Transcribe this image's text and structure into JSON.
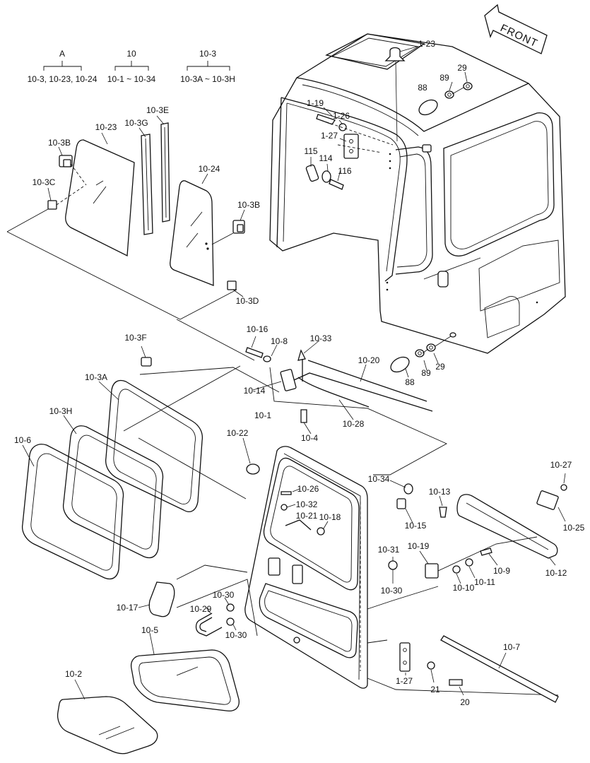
{
  "front_label": "FRONT",
  "legend": [
    {
      "key": "A",
      "desc": "10-3, 10-23, 10-24"
    },
    {
      "key": "10",
      "desc": "10-1 ~ 10-34"
    },
    {
      "key": "10-3",
      "desc": "10-3A ~ 10-3H"
    }
  ],
  "labels": {
    "p1_23": "1-23",
    "p89_top": "89",
    "p29_top": "29",
    "p88_top": "88",
    "p1_19": "1-19",
    "p1_26": "1-26",
    "p1_27_top": "1-27",
    "p115": "115",
    "p114": "114",
    "p116": "116",
    "p10_3B_a": "10-3B",
    "p10_23": "10-23",
    "p10_3G": "10-3G",
    "p10_3E": "10-3E",
    "p10_3C": "10-3C",
    "p10_24": "10-24",
    "p10_3B_b": "10-3B",
    "p10_3D": "10-3D",
    "p10_16": "10-16",
    "p10_8": "10-8",
    "p10_33": "10-33",
    "p10_20": "10-20",
    "p10_3F": "10-3F",
    "p10_14": "10-14",
    "p88_bot": "88",
    "p89_bot": "89",
    "p29_bot": "29",
    "p10_3A": "10-3A",
    "p10_28": "10-28",
    "p10_3H": "10-3H",
    "p10_1": "10-1",
    "p10_6": "10-6",
    "p10_22": "10-22",
    "p10_4": "10-4",
    "p10_34": "10-34",
    "p10_27": "10-27",
    "p10_13": "10-13",
    "p10_26": "10-26",
    "p10_32": "10-32",
    "p10_21": "10-21",
    "p10_18": "10-18",
    "p10_15": "10-15",
    "p10_25": "10-25",
    "p10_31": "10-31",
    "p10_19": "10-19",
    "p10_9": "10-9",
    "p10_11": "10-11",
    "p10_10": "10-10",
    "p10_12": "10-12",
    "p10_30_a": "10-30",
    "p10_17": "10-17",
    "p10_30_b": "10-30",
    "p10_29": "10-29",
    "p10_30_c": "10-30",
    "p10_5": "10-5",
    "p10_7": "10-7",
    "p1_27_bot": "1-27",
    "p21": "21",
    "p10_2": "10-2",
    "p20": "20"
  }
}
